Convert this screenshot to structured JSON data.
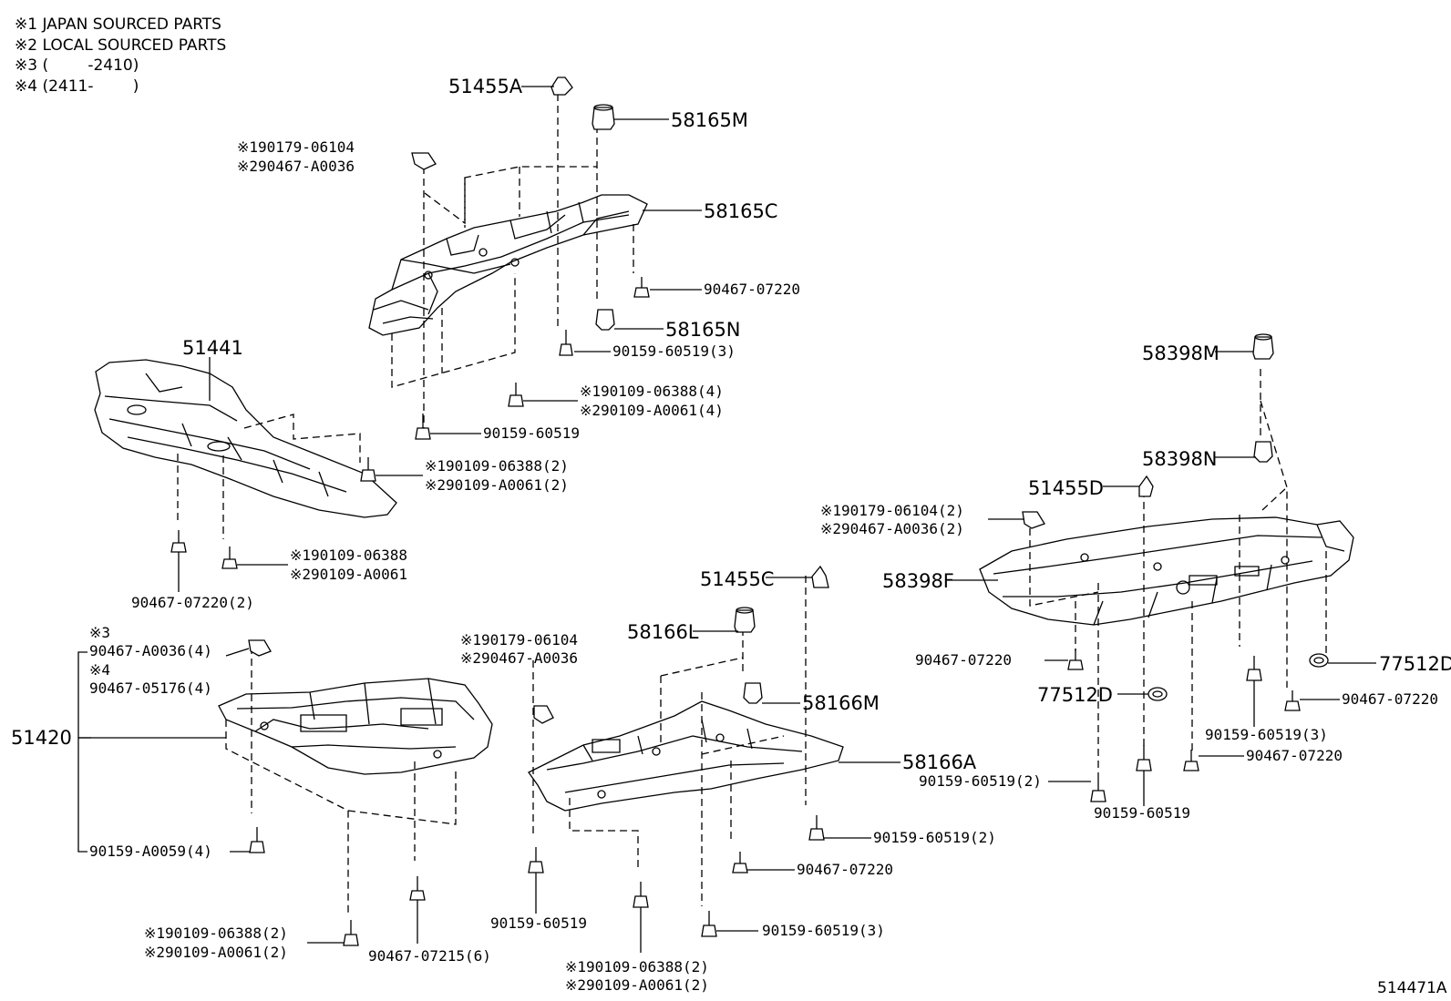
{
  "legend": [
    "※1 JAPAN SOURCED PARTS",
    "※2 LOCAL SOURCED PARTS",
    "※3 (        -2410)",
    "※4 (2411-        )"
  ],
  "callouts": {
    "p51455A": "51455A",
    "p58165M": "58165M",
    "p58165C": "58165C",
    "p58165N": "58165N",
    "top_clip_1": "※190179-06104",
    "top_clip_2": "※290467-A0036",
    "top_90467_07220": "90467-07220",
    "top_90159_60519_3": "90159-60519(3)",
    "top_bolt_1": "※190109-06388(4)",
    "top_bolt_2": "※290109-A0061(4)",
    "top_90159_60519": "90159-60519",
    "p51441": "51441",
    "l_bolt_1": "※190109-06388(2)",
    "l_bolt_2": "※290109-A0061(2)",
    "l_bolt2_1": "※190109-06388",
    "l_bolt2_2": "※290109-A0061",
    "l_90467_07220_2": "90467-07220(2)",
    "p51420": "51420",
    "s3_mark": "※3",
    "s3_part": "90467-A0036(4)",
    "s4_mark": "※4",
    "s4_part": "90467-05176(4)",
    "bl_90159_A0059": "90159-A0059(4)",
    "bl_bolt_1": "※190109-06388(2)",
    "bl_bolt_2": "※290109-A0061(2)",
    "bl_90467_07215": "90467-07215(6)",
    "m_clip_1": "※190179-06104",
    "m_clip_2": "※290467-A0036",
    "p51455C": "51455C",
    "p58166L": "58166L",
    "p58166M": "58166M",
    "p58166A": "58166A",
    "m_90159_60519_2": "90159-60519(2)",
    "m_90467_07220": "90467-07220",
    "m_90159_60519": "90159-60519",
    "m_90159_60519_3": "90159-60519(3)",
    "m_bolt_1": "※190109-06388(2)",
    "m_bolt_2": "※290109-A0061(2)",
    "p58398M": "58398M",
    "p58398N": "58398N",
    "p51455D": "51455D",
    "r_clip_1": "※190179-06104(2)",
    "r_clip_2": "※290467-A0036(2)",
    "p58398F": "58398F",
    "r_90467_07220_a": "90467-07220",
    "p77512D_a": "77512D",
    "p77512D_b": "77512D",
    "r_90467_07220_b": "90467-07220",
    "r_90159_60519_3": "90159-60519(3)",
    "r_90467_07220_c": "90467-07220",
    "r_90159_60519_2": "90159-60519(2)",
    "r_90159_60519": "90159-60519",
    "figure_number": "514471A"
  }
}
